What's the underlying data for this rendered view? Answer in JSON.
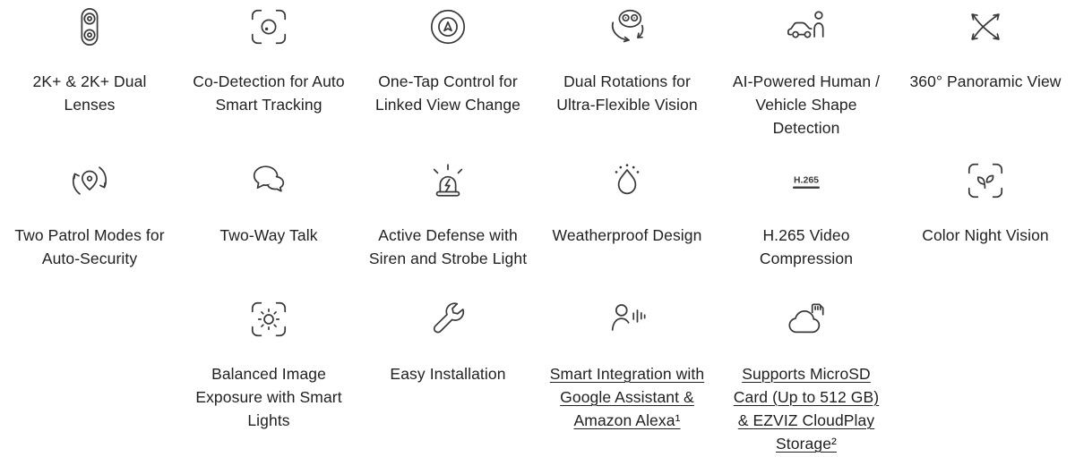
{
  "page": {
    "background": "#ffffff",
    "icon_color": "#3a3a3a",
    "text_color": "#212121"
  },
  "features": {
    "rows": [
      {
        "items": [
          {
            "icon": "dual-lens-icon",
            "label": "2K+ & 2K+ Dual Lenses"
          },
          {
            "icon": "co-detection-icon",
            "label": "Co-Detection for Auto Smart Tracking"
          },
          {
            "icon": "one-tap-control-icon",
            "label": "One-Tap Control for Linked View Change"
          },
          {
            "icon": "dual-rotations-icon",
            "label": "Dual Rotations for Ultra-Flexible Vision"
          },
          {
            "icon": "human-vehicle-detection-icon",
            "label": "AI-Powered Human / Vehicle Shape Detection"
          },
          {
            "icon": "panoramic-view-icon",
            "label": "360° Panoramic View"
          }
        ]
      },
      {
        "items": [
          {
            "icon": "patrol-modes-icon",
            "label": "Two Patrol Modes for Auto-Security"
          },
          {
            "icon": "two-way-talk-icon",
            "label": "Two-Way Talk"
          },
          {
            "icon": "siren-strobe-icon",
            "label": "Active Defense with Siren and Strobe Light"
          },
          {
            "icon": "weatherproof-icon",
            "label": "Weatherproof Design"
          },
          {
            "icon": "h265-icon",
            "icon_text": "H.265",
            "label": "H.265 Video Compression"
          },
          {
            "icon": "color-night-vision-icon",
            "label": "Color Night Vision"
          }
        ]
      },
      {
        "items": [
          {
            "icon": "balanced-exposure-icon",
            "label": "Balanced Image Exposure with Smart Lights"
          },
          {
            "icon": "easy-installation-icon",
            "label": "Easy Installation"
          },
          {
            "icon": "smart-integration-icon",
            "label": "Smart Integration with Google Assistant & Amazon Alexa¹",
            "link": true
          },
          {
            "icon": "microsd-cloud-storage-icon",
            "label": "Supports MicroSD Card (Up to 512 GB) & EZVIZ CloudPlay Storage²",
            "link": true
          }
        ]
      }
    ]
  }
}
